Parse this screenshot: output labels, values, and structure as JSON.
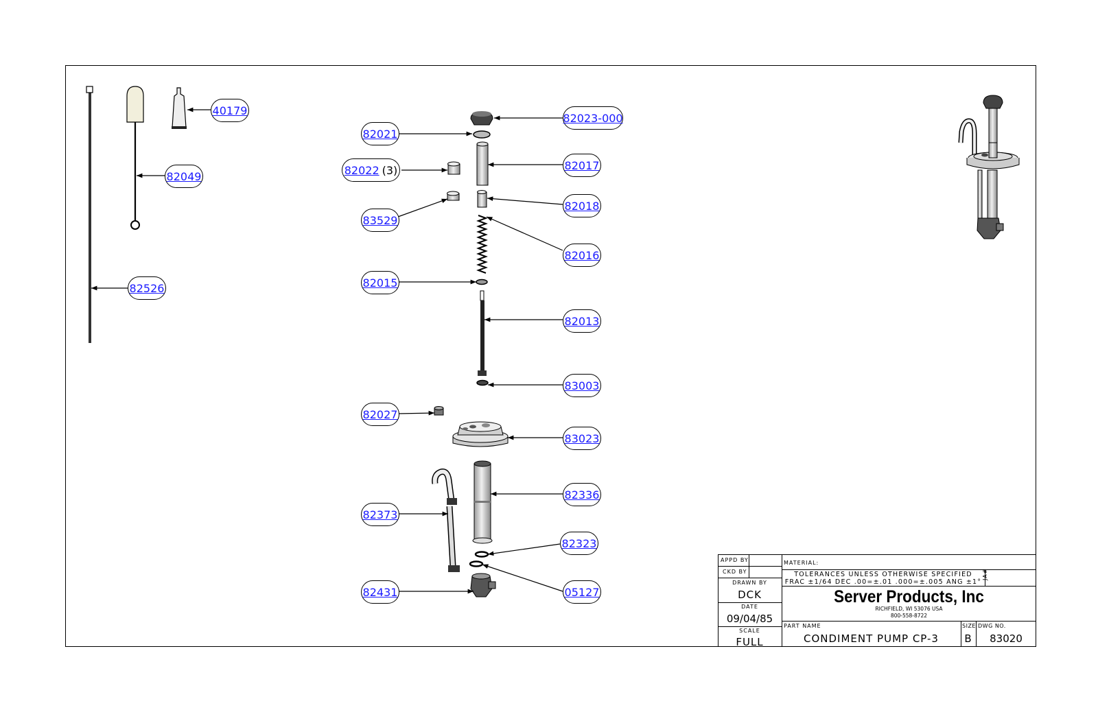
{
  "callouts": [
    {
      "id": "40179",
      "label": "40179"
    },
    {
      "id": "82049",
      "label": "82049"
    },
    {
      "id": "82526",
      "label": "82526"
    },
    {
      "id": "82023-000",
      "label": "82023-000"
    },
    {
      "id": "82021",
      "label": "82021"
    },
    {
      "id": "82017",
      "label": "82017"
    },
    {
      "id": "82022",
      "label": "82022",
      "qty": "(3)"
    },
    {
      "id": "83529",
      "label": "83529"
    },
    {
      "id": "82018",
      "label": "82018"
    },
    {
      "id": "82016",
      "label": "82016"
    },
    {
      "id": "82015",
      "label": "82015"
    },
    {
      "id": "82013",
      "label": "82013"
    },
    {
      "id": "83003",
      "label": "83003"
    },
    {
      "id": "82027",
      "label": "82027"
    },
    {
      "id": "83023",
      "label": "83023"
    },
    {
      "id": "82336",
      "label": "82336"
    },
    {
      "id": "82373",
      "label": "82373"
    },
    {
      "id": "82323",
      "label": "82323"
    },
    {
      "id": "82431",
      "label": "82431"
    },
    {
      "id": "05127",
      "label": "05127"
    }
  ],
  "title_block": {
    "appd_by_label": "APPD BY",
    "ckd_by_label": "CKD BY",
    "drawn_by_label": "DRAWN BY",
    "drawn_by": "DCK",
    "date_label": "DATE",
    "date": "09/04/85",
    "scale_label": "SCALE",
    "scale": "FULL",
    "material_label": "MATERIAL:",
    "tolerance_line1": "TOLERANCES UNLESS OTHERWISE SPECIFIED",
    "tolerance_line2": "FRAC ±1/64 DEC .00=±.01 .000=±.005 ANG ±1°",
    "ja_label": "JA#",
    "company": "Server Products, Inc",
    "address": "RICHFIELD, WI 53076 USA",
    "phone": "800-558-8722",
    "part_name_label": "PART NAME",
    "part_name": "CONDIMENT PUMP CP-3",
    "size_label": "SIZE",
    "size": "B",
    "dwg_no_label": "DWG NO.",
    "dwg_no": "83020"
  },
  "colors": {
    "link": "#1a1aff",
    "line": "#000000",
    "bulb": "#f2efdc"
  }
}
